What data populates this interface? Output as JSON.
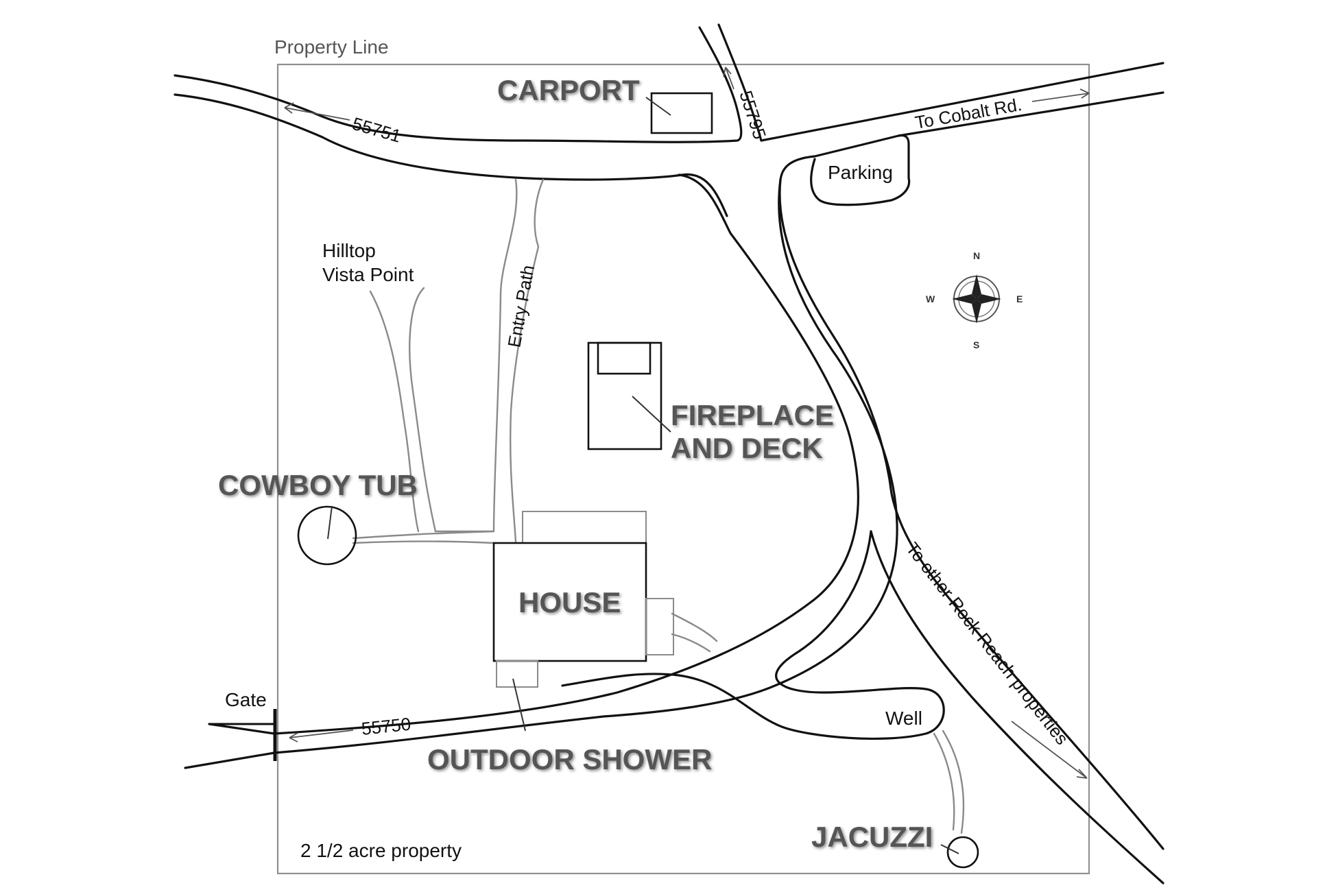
{
  "map": {
    "property_line_label": "Property Line",
    "acreage_label": "2 1/2 acre property",
    "gate_label": "Gate",
    "roads": {
      "north_road": "55751",
      "north_spur": "55795",
      "south_road": "55750",
      "to_cobalt": "To Cobalt Rd.",
      "to_other": "To other Rock Reach properties"
    },
    "places": {
      "carport": "CARPORT",
      "parking": "Parking",
      "hilltop_line1": "Hilltop",
      "hilltop_line2": "Vista Point",
      "entry_path": "Entry Path",
      "fireplace_line1": "FIREPLACE",
      "fireplace_line2": "AND DECK",
      "cowboy_tub": "COWBOY TUB",
      "house": "HOUSE",
      "outdoor_shower": "OUTDOOR SHOWER",
      "well": "Well",
      "jacuzzi": "JACUZZI"
    },
    "compass": {
      "n": "N",
      "s": "S",
      "e": "E",
      "w": "W"
    },
    "colors": {
      "road": "#111111",
      "path": "#8a8a8a",
      "label": "#555555"
    }
  }
}
